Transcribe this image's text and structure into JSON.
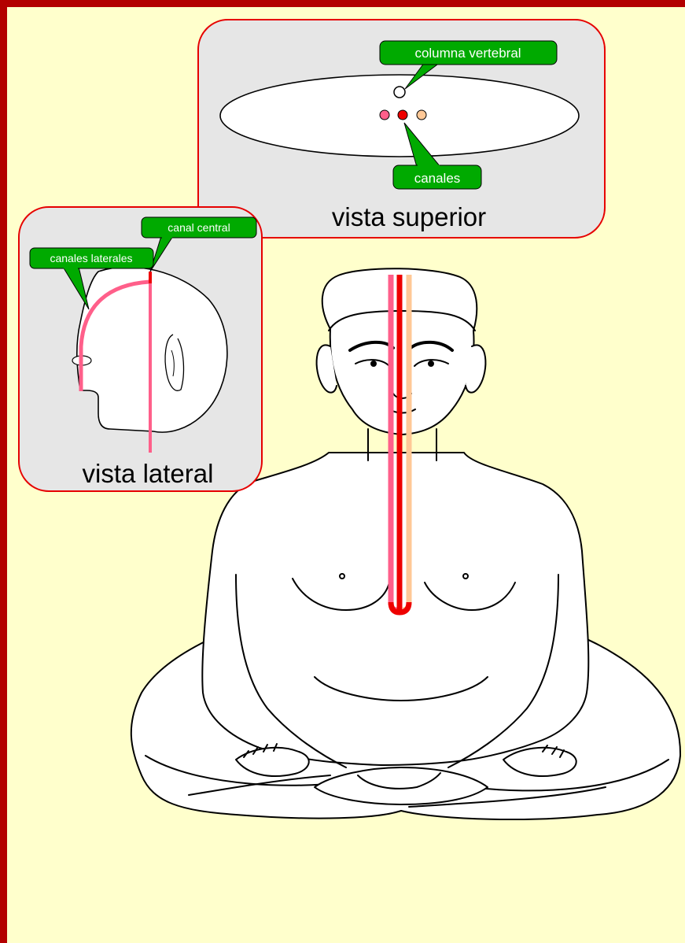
{
  "top_panel": {
    "title": "vista superior",
    "spine_label": "columna vertebral",
    "channels_label": "canales"
  },
  "side_panel": {
    "title": "vista lateral",
    "central_label": "canal central",
    "lateral_label": "canales laterales"
  },
  "colors": {
    "border": "#b30000",
    "background": "#ffffcc",
    "panel_fill": "#e6e6e6",
    "panel_stroke": "#e60000",
    "callout": "#00aa00",
    "left_channel": "#ff5f8a",
    "central_channel": "#ee0000",
    "right_channel": "#ffc896"
  }
}
